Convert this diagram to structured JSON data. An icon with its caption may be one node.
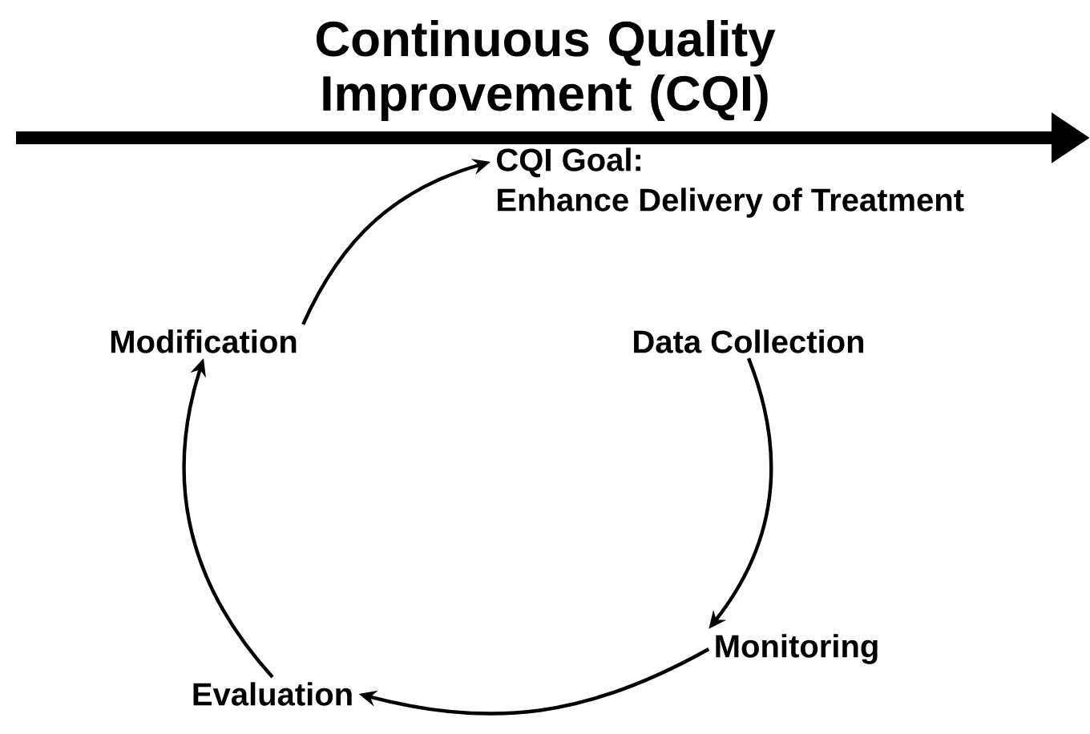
{
  "diagram": {
    "title": "Continuous Quality Improvement (CQI)",
    "nodes": [
      {
        "text": [
          "CQI Goal:",
          "Enhance Delivery of Treatment"
        ]
      },
      {
        "text": [
          "Data Collection"
        ]
      },
      {
        "text": [
          "Monitoring"
        ]
      },
      {
        "text": [
          "Evaluation"
        ]
      },
      {
        "text": [
          "Modification"
        ]
      }
    ],
    "edges": [
      {
        "from": 4,
        "to": 0,
        "arrow": "to"
      },
      {
        "from": 1,
        "to": 2,
        "arrow": "to"
      },
      {
        "from": 2,
        "to": 3,
        "arrow": "to"
      },
      {
        "from": 3,
        "to": 4,
        "arrow": "to"
      }
    ]
  }
}
